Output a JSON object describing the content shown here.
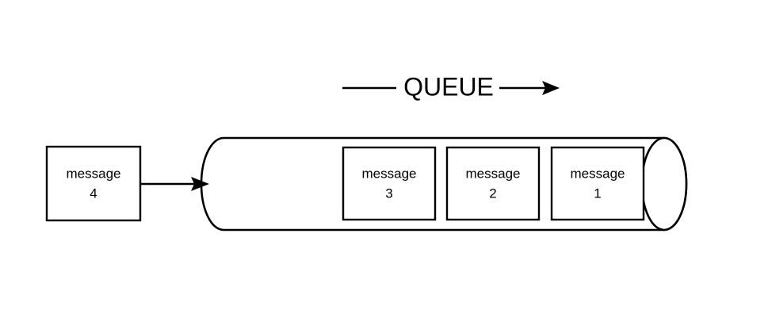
{
  "diagram": {
    "type": "queue-fifo-diagram",
    "background_color": "#ffffff",
    "stroke_color": "#000000",
    "queue_flow": {
      "label": "QUEUE",
      "direction": "left-to-right",
      "arrow_head": "right"
    },
    "incoming_message": {
      "label_line1": "message",
      "label_line2": "4",
      "shape": "rectangle"
    },
    "enqueue_arrow": {
      "direction": "right",
      "arrow_head": "right"
    },
    "queue_container": {
      "shape": "cylinder",
      "open_end": "left",
      "closed_end": "right"
    },
    "queued_messages": [
      {
        "label_line1": "message",
        "label_line2": "3"
      },
      {
        "label_line1": "message",
        "label_line2": "2"
      },
      {
        "label_line1": "message",
        "label_line2": "1"
      }
    ]
  }
}
